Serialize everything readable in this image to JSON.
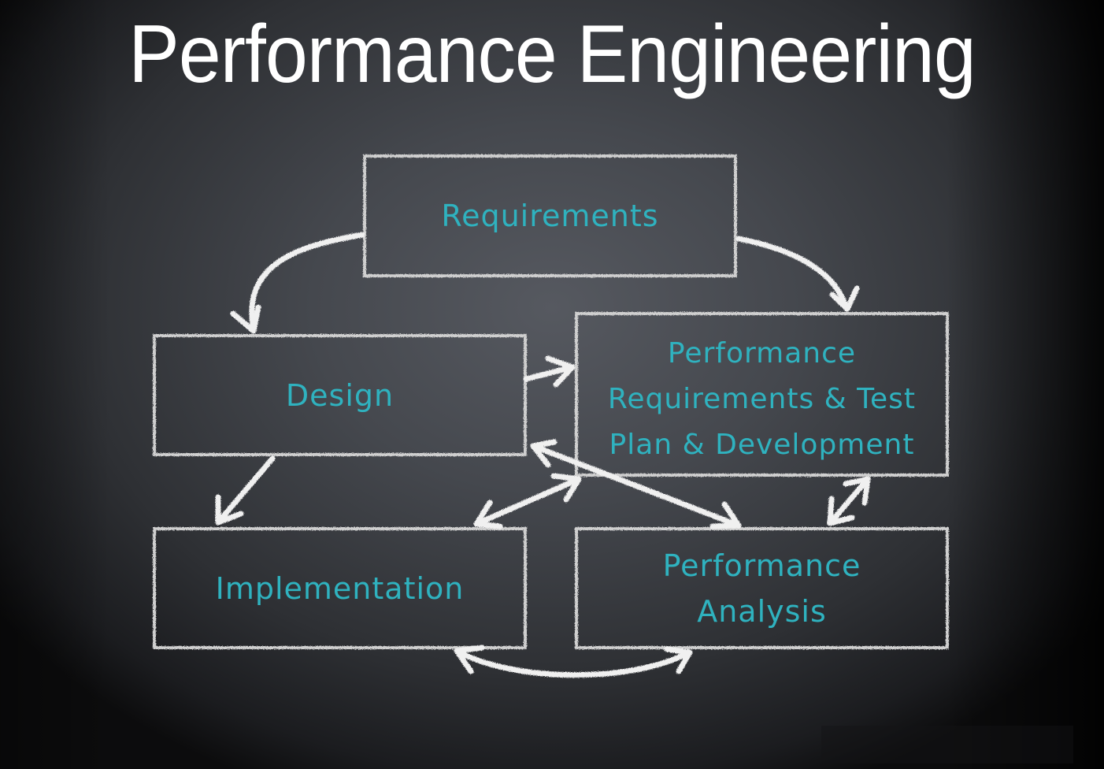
{
  "title": "Performance Engineering",
  "colors": {
    "label": "#2fb2bf",
    "chalk": "#e8e8e8",
    "box_border": "#cfcfcf",
    "title": "#ffffff"
  },
  "nodes": {
    "requirements": {
      "lines": [
        "Requirements"
      ]
    },
    "design": {
      "lines": [
        "Design"
      ]
    },
    "perf_requirements": {
      "lines": [
        "Performance",
        "Requirements & Test",
        "Plan & Development"
      ]
    },
    "implementation": {
      "lines": [
        "Implementation"
      ]
    },
    "perf_analysis": {
      "lines": [
        "Performance",
        "Analysis"
      ]
    }
  },
  "edges": [
    {
      "from": "requirements",
      "to": "design",
      "direction": "forward"
    },
    {
      "from": "requirements",
      "to": "perf_requirements",
      "direction": "forward"
    },
    {
      "from": "design",
      "to": "perf_requirements",
      "direction": "forward"
    },
    {
      "from": "design",
      "to": "implementation",
      "direction": "forward"
    },
    {
      "from": "design",
      "to": "perf_analysis",
      "direction": "both"
    },
    {
      "from": "implementation",
      "to": "perf_requirements",
      "direction": "both"
    },
    {
      "from": "perf_requirements",
      "to": "perf_analysis",
      "direction": "both"
    },
    {
      "from": "implementation",
      "to": "perf_analysis",
      "direction": "both"
    }
  ]
}
